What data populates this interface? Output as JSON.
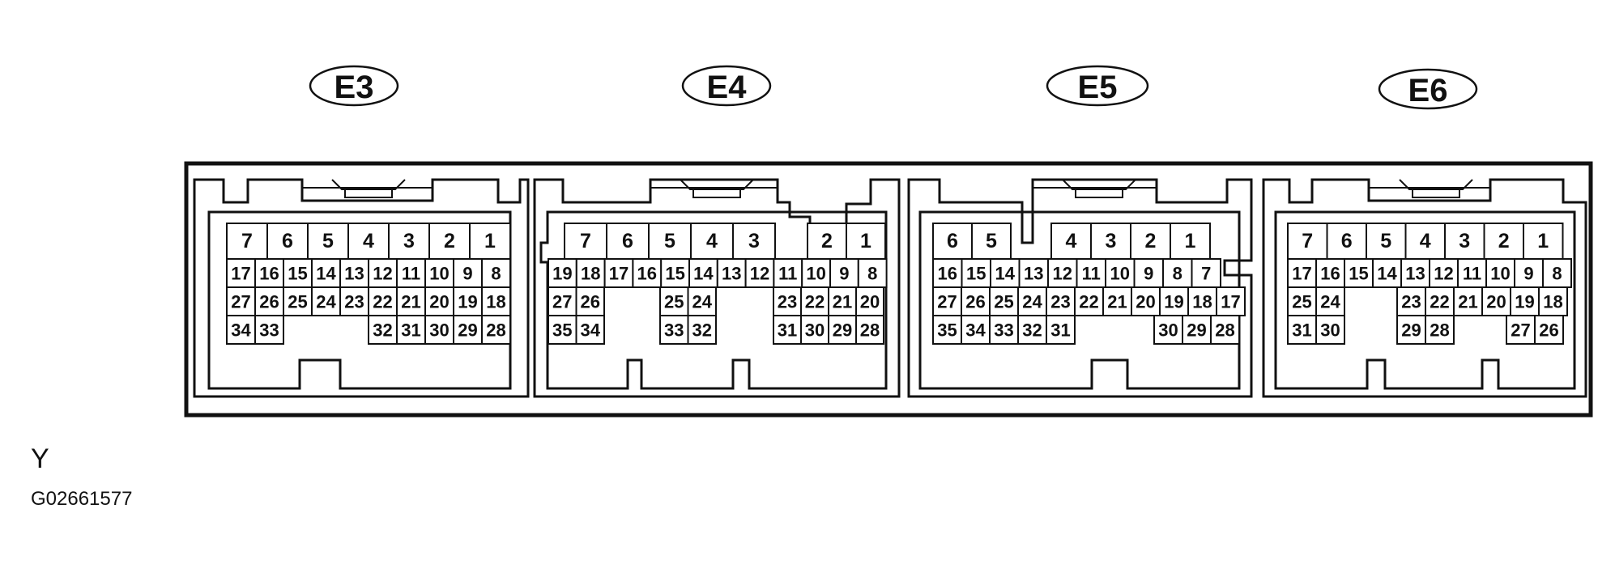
{
  "connectors": [
    {
      "label": "E3",
      "rows": [
        [
          "7",
          "6",
          "5",
          "4",
          "3",
          "2",
          "1"
        ],
        [
          "17",
          "16",
          "15",
          "14",
          "13",
          "12",
          "11",
          "10",
          "9",
          "8"
        ],
        [
          "27",
          "26",
          "25",
          "24",
          "23",
          "22",
          "21",
          "20",
          "19",
          "18"
        ],
        [
          "34",
          "33",
          "32",
          "31",
          "30",
          "29",
          "28"
        ]
      ]
    },
    {
      "label": "E4",
      "rows": [
        [
          "7",
          "6",
          "5",
          "4",
          "3",
          "2",
          "1"
        ],
        [
          "19",
          "18",
          "17",
          "16",
          "15",
          "14",
          "13",
          "12",
          "11",
          "10",
          "9",
          "8"
        ],
        [
          "27",
          "26",
          "25",
          "24",
          "23",
          "22",
          "21",
          "20"
        ],
        [
          "35",
          "34",
          "33",
          "32",
          "31",
          "30",
          "29",
          "28"
        ]
      ]
    },
    {
      "label": "E5",
      "rows": [
        [
          "6",
          "5",
          "4",
          "3",
          "2",
          "1"
        ],
        [
          "16",
          "15",
          "14",
          "13",
          "12",
          "11",
          "10",
          "9",
          "8",
          "7"
        ],
        [
          "27",
          "26",
          "25",
          "24",
          "23",
          "22",
          "21",
          "20",
          "19",
          "18",
          "17"
        ],
        [
          "35",
          "34",
          "33",
          "32",
          "31",
          "30",
          "29",
          "28"
        ]
      ]
    },
    {
      "label": "E6",
      "rows": [
        [
          "7",
          "6",
          "5",
          "4",
          "3",
          "2",
          "1"
        ],
        [
          "17",
          "16",
          "15",
          "14",
          "13",
          "12",
          "11",
          "10",
          "9",
          "8"
        ],
        [
          "25",
          "24",
          "23",
          "22",
          "21",
          "20",
          "19",
          "18"
        ],
        [
          "31",
          "30",
          "29",
          "28",
          "27",
          "26"
        ]
      ]
    }
  ],
  "footer": {
    "mark": "Y",
    "code": "G02661577"
  }
}
